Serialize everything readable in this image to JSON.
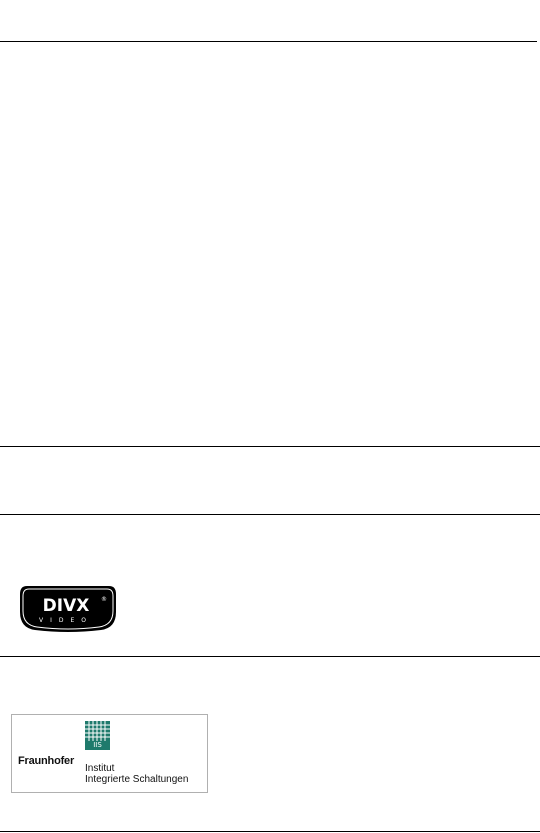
{
  "logos": {
    "divx": {
      "wordmark": "DIVX",
      "registered": "®",
      "subtext": "VIDEO"
    },
    "fraunhofer": {
      "badge": "IIS",
      "name": "Fraunhofer",
      "line1": "Institut",
      "line2": "Integrierte Schaltungen",
      "accent_color": "#1f7a6c"
    }
  }
}
